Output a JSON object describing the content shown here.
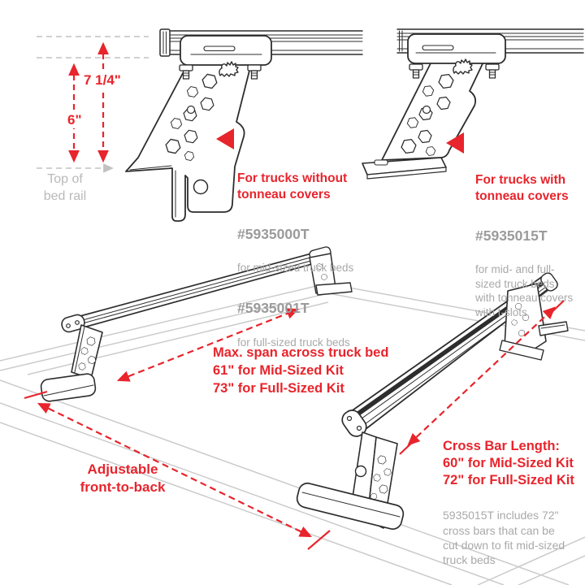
{
  "measurements": {
    "height_tall": "7 1/4\"",
    "height_short": "6\"",
    "rail_label": "Top of\nbed rail"
  },
  "left_bracket_note": {
    "heading": "For trucks without\ntonneau covers",
    "part1_number": "#5935000T",
    "part1_desc": "for mid-sized truck beds",
    "part2_number": "#5935001T",
    "part2_desc": "for full-sized truck beds"
  },
  "right_bracket_note": {
    "heading": "For trucks with\ntonneau covers",
    "part_number": "#5935015T",
    "part_desc": "for mid- and full-\nsized truck beds\nwith tonneau covers\nwith t-slots"
  },
  "annotations": {
    "max_span": "Max. span across truck bed\n61\" for Mid-Sized Kit\n73\" for Full-Sized Kit",
    "crossbar_heading": "Cross Bar Length:\n60\" for Mid-Sized Kit\n72\" for Full-Sized Kit",
    "crossbar_note": "5935015T includes 72\"\ncross bars that can be\ncut down to fit mid-sized\ntruck beds",
    "adjustable": "Adjustable\nfront-to-back"
  },
  "colors": {
    "accent_red": "#e8242c",
    "part_text_gray": "#9b9b9b",
    "note_text_gray": "#a9a9a9",
    "guide_gray": "#c2c2c2",
    "bed_line_gray": "#cbcbcb",
    "line_art": "#2d2d2d"
  }
}
